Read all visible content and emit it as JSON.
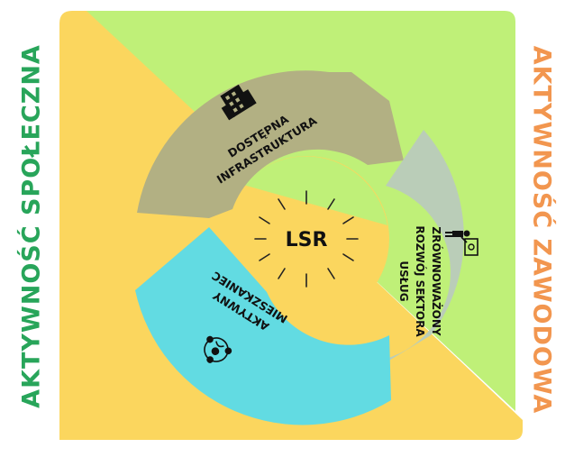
{
  "left_label": "AKTYWNOŚĆ SPOŁECZNA",
  "right_label": "AKTYWNOŚĆ ZAWODOWA",
  "center": "LSR",
  "segments": {
    "infrastructure": {
      "line1": "DOSTĘPNA",
      "line2": "INFRASTRUKTURA",
      "icon": "building-icon"
    },
    "services": {
      "line1": "ZRÓWNOWAŻONY",
      "line2": "ROZWÓJ SEKTORA",
      "line3": "USŁUG",
      "icon": "presenter-icon"
    },
    "residents": {
      "line1": "AKTYWNY",
      "line2": "MIESZKANIEC",
      "icon": "people-network-icon"
    }
  },
  "colors": {
    "yellow": "#fbd65e",
    "green": "#bff078",
    "olive": "#b2b083",
    "grey": "#bacdb8",
    "cyan": "#62dbe2",
    "left_text": "#28a55a",
    "right_text": "#f2964f"
  }
}
